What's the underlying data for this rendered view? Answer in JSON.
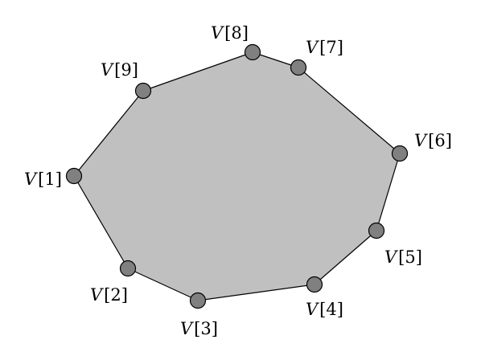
{
  "polygon": {
    "fill_color": "#c0c0c0",
    "stroke_color": "#000000",
    "vertex_fill_color": "#808080",
    "vertex_stroke_color": "#000000"
  },
  "vertices": [
    {
      "symbol": "V",
      "index": "[1]"
    },
    {
      "symbol": "V",
      "index": "[2]"
    },
    {
      "symbol": "V",
      "index": "[3]"
    },
    {
      "symbol": "V",
      "index": "[4]"
    },
    {
      "symbol": "V",
      "index": "[5]"
    },
    {
      "symbol": "V",
      "index": "[6]"
    },
    {
      "symbol": "V",
      "index": "[7]"
    },
    {
      "symbol": "V",
      "index": "[8]"
    },
    {
      "symbol": "V",
      "index": "[9]"
    }
  ]
}
